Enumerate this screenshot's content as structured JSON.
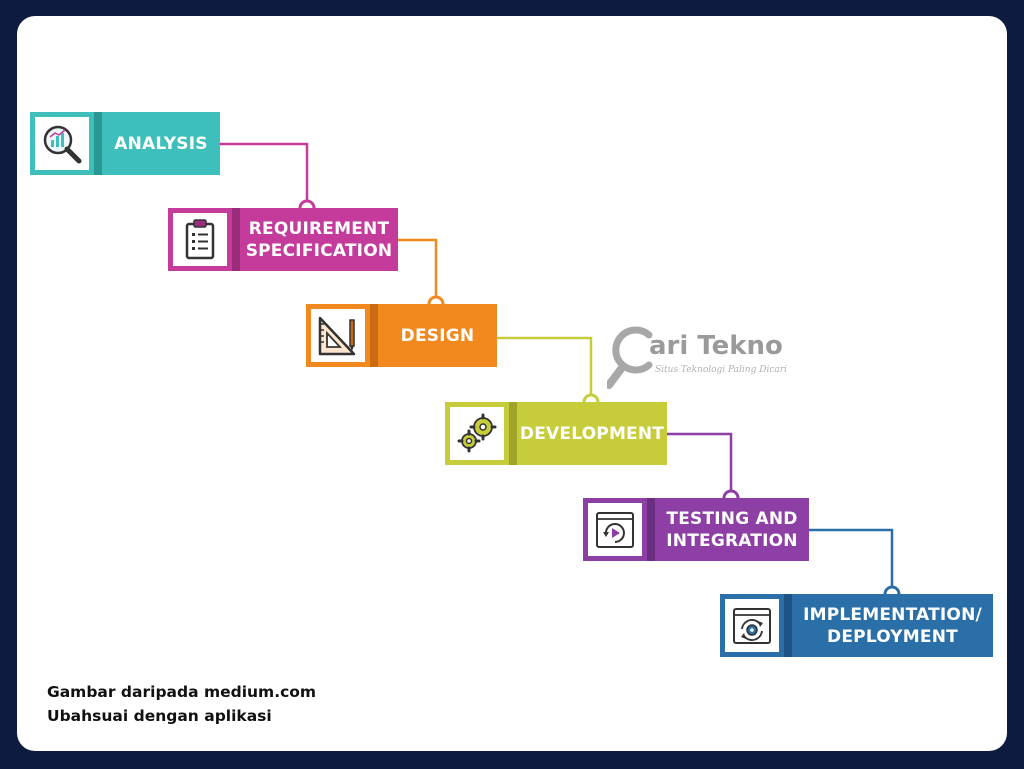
{
  "steps": [
    {
      "id": "analysis",
      "lines": [
        "ANALYSIS"
      ],
      "icon": "magnifier-chart-icon",
      "color": "#3fbfbc",
      "dark": "#2a9996"
    },
    {
      "id": "requirement",
      "lines": [
        "REQUIREMENT",
        "SPECIFICATION"
      ],
      "icon": "clipboard-icon",
      "color": "#c43b9c",
      "dark": "#9a2d7a"
    },
    {
      "id": "design",
      "lines": [
        "DESIGN"
      ],
      "icon": "ruler-triangle-icon",
      "color": "#f2891f",
      "dark": "#c96b10"
    },
    {
      "id": "development",
      "lines": [
        "DEVELOPMENT"
      ],
      "icon": "gears-icon",
      "color": "#c7cd3a",
      "dark": "#a0a52a"
    },
    {
      "id": "testing",
      "lines": [
        "TESTING AND",
        "INTEGRATION"
      ],
      "icon": "play-cycle-icon",
      "color": "#8e3fa6",
      "dark": "#6c2e80"
    },
    {
      "id": "implementation",
      "lines": [
        "IMPLEMENTATION/",
        "DEPLOYMENT"
      ],
      "icon": "gear-cycle-icon",
      "color": "#2a6fa8",
      "dark": "#1e5483"
    }
  ],
  "watermark": {
    "text": "ari Tekno",
    "subtitle": "Situs Teknologi Paling Dicari"
  },
  "credit": {
    "line1": "Gambar daripada medium.com",
    "line2": "Ubahsuai dengan aplikasi"
  }
}
